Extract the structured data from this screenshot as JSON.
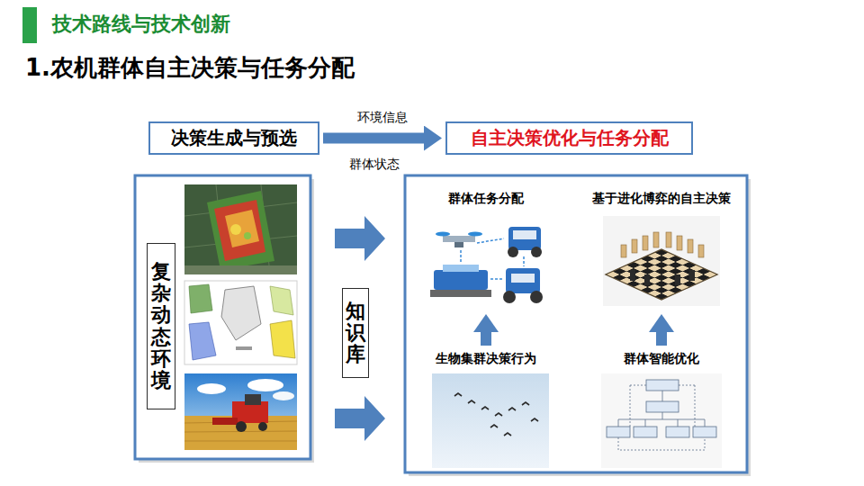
{
  "diagram": {
    "title": "1.农机群体自主决策与任务分配",
    "nodes": [
      {
        "text": [
          "决策生成与预选"
        ]
      },
      {
        "text": [
          "自主决策优化与任务分配"
        ]
      },
      {
        "text": [
          "复杂动态环境"
        ]
      },
      {
        "text": [
          "知识库"
        ]
      },
      {
        "text": [
          "群体任务分配"
        ]
      },
      {
        "text": [
          "基于进化博弈的自主决策"
        ]
      },
      {
        "text": [
          "生物集群决策行为"
        ]
      },
      {
        "text": [
          "群体智能优化"
        ]
      }
    ],
    "edges": [
      {
        "from": 0,
        "to": 1,
        "label": "环境信息",
        "arrow": "to"
      },
      {
        "from": 6,
        "to": 4,
        "arrow": "to"
      },
      {
        "from": 7,
        "to": 5,
        "arrow": "to"
      }
    ],
    "labels": [
      "技术路线与技术创新",
      "群体状态"
    ]
  }
}
